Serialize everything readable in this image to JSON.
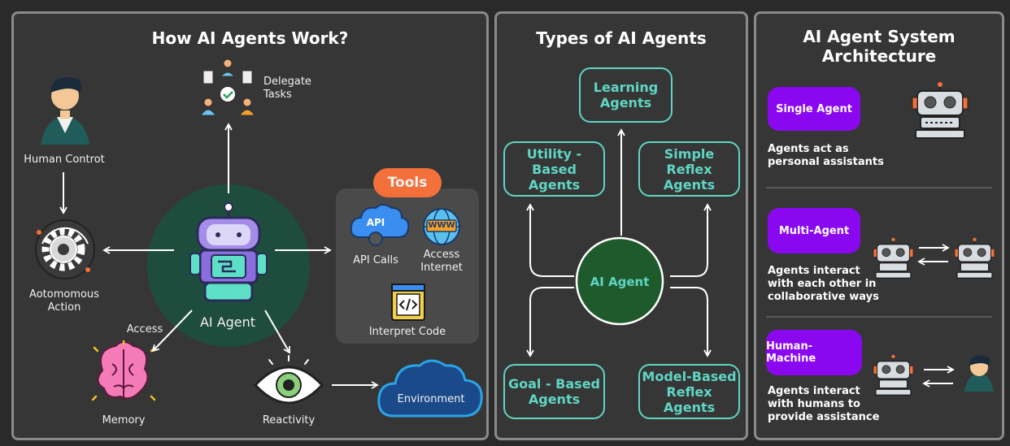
{
  "panel1": {
    "title": "How AI Agents Work?",
    "delegate_tasks": "Delegate\nTasks",
    "human_control": "Human Controt",
    "autonomous_action": "Aotomomous\nAction",
    "ai_agent": "AI Agent",
    "access": "Access",
    "memory": "Memory",
    "reactivity": "Reactivity",
    "environment": "Environment",
    "tools": {
      "title": "Tools",
      "api_badge": "API",
      "api_calls": "API Calls",
      "www_badge": "WWW",
      "access_internet": "Access\nInternet",
      "interpret_code": "Interpret Code"
    }
  },
  "panel2": {
    "title": "Types of AI Agents",
    "center": "AI Agent",
    "learning": "Learning\nAgents",
    "utility": "Utility - Based\nAgents",
    "simple_reflex": "Simple Reflex\nAgents",
    "goal": "Goal - Based\nAgents",
    "model": "Model-Based\nReflex Agents"
  },
  "panel3": {
    "title": "AI Agent System\nArchitecture",
    "single_agent": "Single Agent",
    "single_desc": "Agents act as\npersonal assistants",
    "multi_agent": "Multi-Agent",
    "multi_desc": "Agents interact\nwith each other in\ncollaborative ways",
    "human_machine": "Human-Machine",
    "human_desc": "Agents interact\nwith humans to\nprovide assistance"
  },
  "colors": {
    "teal_border": "#5fd6c4",
    "purple": "#8a08f0",
    "orange": "#f4703a",
    "dark_green_circle": "#1e4d3e",
    "ai_agent_circle": "#1f5a2c",
    "cloud_blue": "#2aa4e8"
  }
}
